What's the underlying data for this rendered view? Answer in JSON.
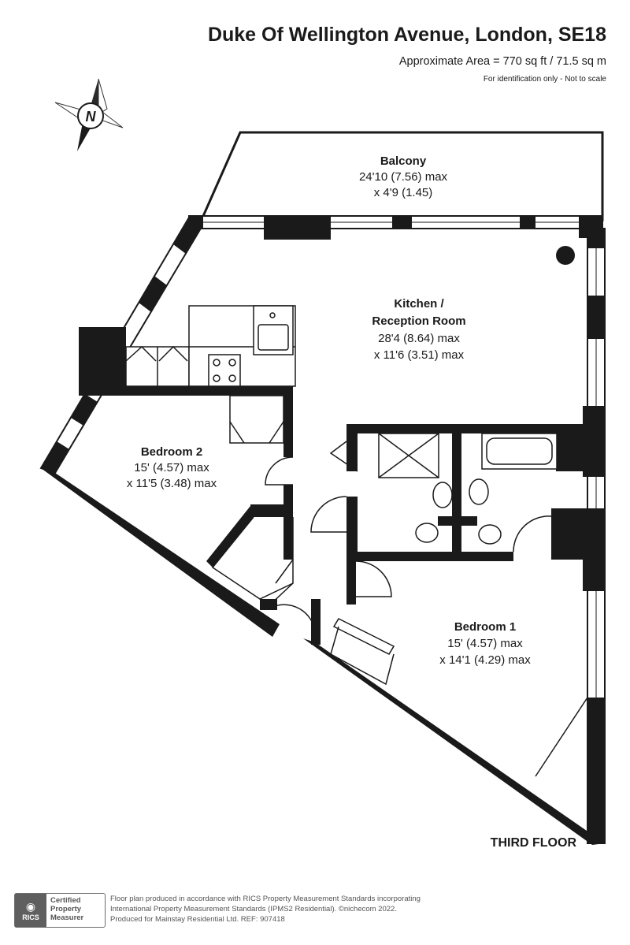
{
  "header": {
    "title": "Duke Of Wellington Avenue, London, SE18",
    "area": "Approximate Area = 770 sq ft / 71.5 sq m",
    "note": "For identification only - Not to scale"
  },
  "compass": {
    "letter": "N",
    "icon": "compass-north-icon"
  },
  "rooms": {
    "balcony": {
      "name": "Balcony",
      "dim1": "24'10 (7.56) max",
      "dim2": "x 4'9 (1.45)"
    },
    "kitchen": {
      "name1": "Kitchen /",
      "name2": "Reception Room",
      "dim1": "28'4 (8.64) max",
      "dim2": "x 11'6 (3.51) max"
    },
    "bedroom2": {
      "name": "Bedroom 2",
      "dim1": "15' (4.57) max",
      "dim2": "x 11'5 (3.48) max"
    },
    "bedroom1": {
      "name": "Bedroom 1",
      "dim1": "15' (4.57) max",
      "dim2": "x 14'1 (4.29) max"
    }
  },
  "floor_label": "THIRD FLOOR",
  "badge": {
    "logo_text": "RICS",
    "line1": "Certified",
    "line2": "Property",
    "line3": "Measurer"
  },
  "footer": {
    "line1": "Floor plan produced in accordance with RICS Property Measurement Standards incorporating",
    "line2": "International Property Measurement Standards (IPMS2 Residential).  ©nichecom 2022.",
    "line3": "Produced for Mainstay Residential Ltd.   REF:  907418"
  },
  "colors": {
    "wall": "#1a1a1a",
    "window_fill": "#ffffff",
    "text": "#1a1a1a",
    "badge_grey": "#5f5f5f"
  }
}
